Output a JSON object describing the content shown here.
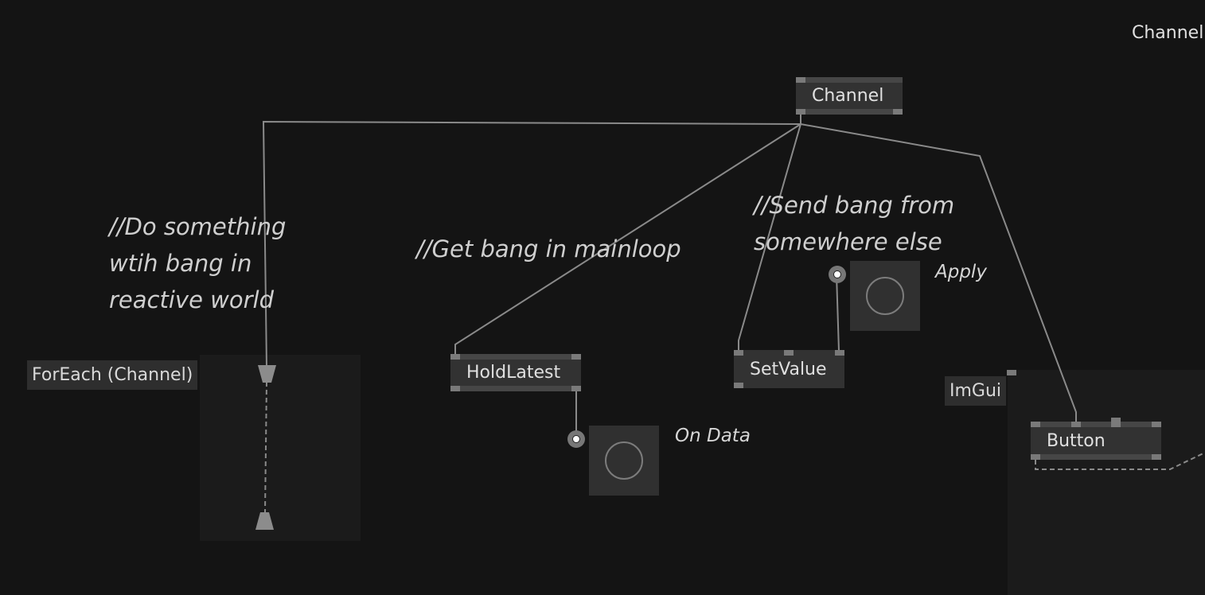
{
  "header": {
    "channel_label": "Channel"
  },
  "regions": {
    "foreach": {
      "label": "ForEach (Channel)"
    },
    "imgui": {
      "label": "ImGui"
    }
  },
  "nodes": {
    "channel": {
      "label": "Channel"
    },
    "hold_latest": {
      "label": "HoldLatest"
    },
    "set_value": {
      "label": "SetValue"
    },
    "button": {
      "label": "Button"
    }
  },
  "comments": {
    "reactive": [
      "//Do something",
      "wtih bang in",
      "reactive world"
    ],
    "mainloop": [
      "//Get bang in mainloop"
    ],
    "send": [
      "//Send bang from",
      "somewhere else"
    ]
  },
  "io_boxes": {
    "apply": {
      "label": "Apply"
    },
    "on_data": {
      "label": "On Data"
    }
  },
  "colors": {
    "background": "#141414",
    "node_fill": "#323232",
    "wire": "#8a8a8a",
    "region_fill": "#1b1b1b"
  }
}
